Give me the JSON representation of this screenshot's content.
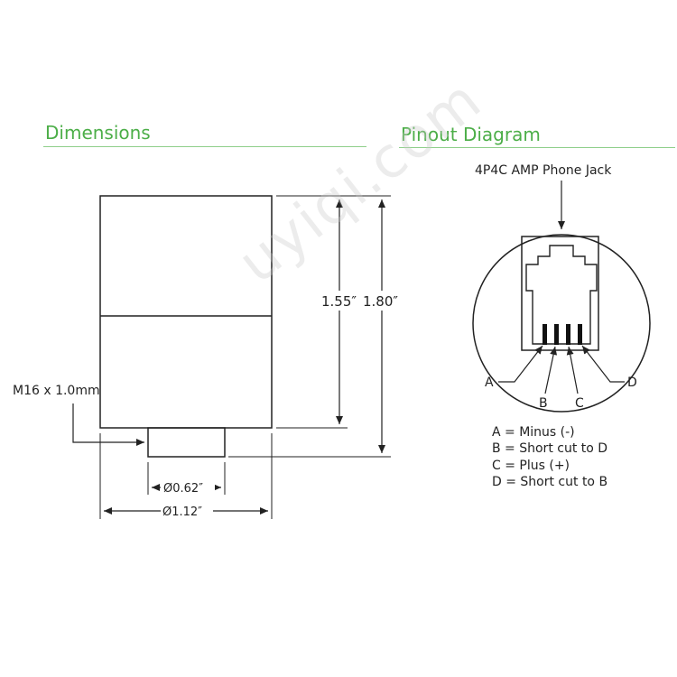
{
  "sections": {
    "dimensions": {
      "title": "Dimensions"
    },
    "pinout": {
      "title": "Pinout Diagram"
    }
  },
  "dimensions": {
    "thread": "M16 x 1.0mm",
    "height_inner": "1.55″",
    "height_total": "1.80″",
    "diameter_small": "Ø0.62″",
    "diameter_large": "Ø1.12″"
  },
  "pinout": {
    "jack_label": "4P4C AMP Phone Jack",
    "pins": [
      "A",
      "B",
      "C",
      "D"
    ],
    "legend": [
      "A = Minus (-)",
      "B = Short cut to D",
      "C = Plus (+)",
      "D = Short cut to B"
    ]
  },
  "watermark": "uyiqi.com",
  "colors": {
    "accent": "#4cae48",
    "line": "#222222"
  }
}
